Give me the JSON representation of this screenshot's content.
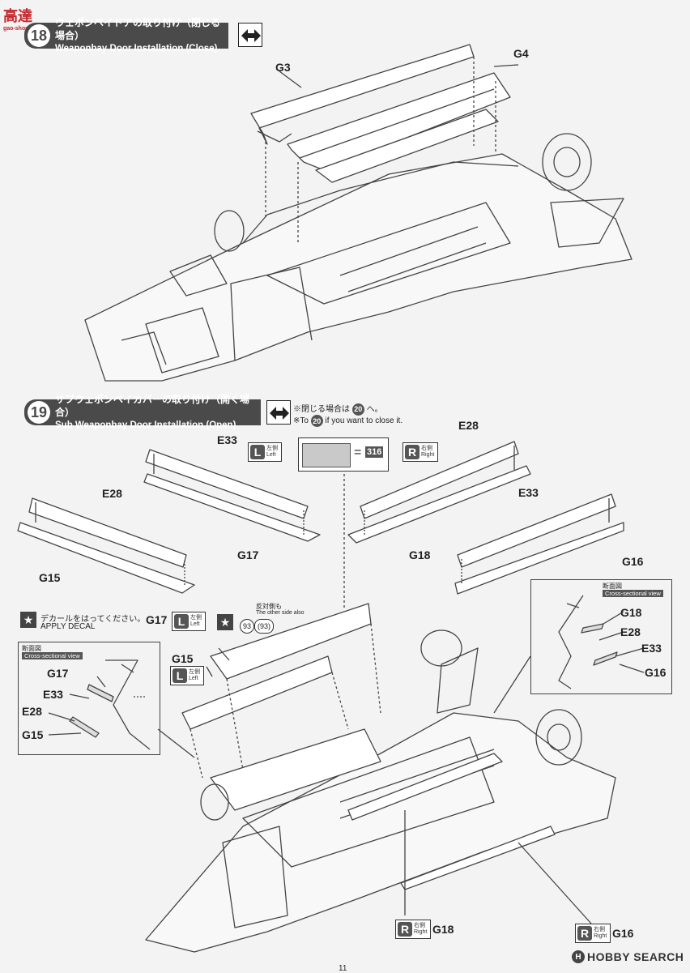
{
  "watermark": {
    "logo_text": "高達",
    "logo_sub": "gao-shou.com"
  },
  "step18": {
    "number": "18",
    "title_jp": "ウェポンベイドアの取り付け（閉じる場合）",
    "title_en": "Weaponbay Door Installation (Close)",
    "parts": {
      "g3": "G3",
      "g4": "G4"
    }
  },
  "step19": {
    "number": "19",
    "title_jp": "サブウェポンベイカバーの取り付け（開く場合）",
    "title_en": "Sub Weaponbay Door Installation (Open)",
    "note_jp_prefix": "※閉じる場合は",
    "note_jp_ref": "20",
    "note_jp_suffix": "へ。",
    "note_en_prefix": "※To",
    "note_en_ref": "20",
    "note_en_suffix": "if you want to close it.",
    "paint_equals": "=",
    "paint_code": "316",
    "left_badge": {
      "letter": "L",
      "jp": "左側",
      "en": "Left"
    },
    "right_badge": {
      "letter": "R",
      "jp": "右側",
      "en": "Right"
    },
    "parts": {
      "e33_left": "E33",
      "e28_left": "E28",
      "g17": "G17",
      "g15": "G15",
      "e28_right": "E28",
      "e33_right": "E33",
      "g18": "G18",
      "g16": "G16",
      "g17_main": "G17",
      "g15_main": "G15",
      "g18_main": "G18",
      "g16_main": "G16"
    },
    "decal_jp": "デカールをはってください。",
    "decal_en": "APPLY DECAL",
    "decal_other_jp": "反対側も",
    "decal_other_en": "The other side also",
    "decal_num_a": "93",
    "decal_num_b": "(93)",
    "inset_left": {
      "title_jp": "断面図",
      "title_en": "Cross-sectional view",
      "labels": [
        "G17",
        "E33",
        "E28",
        "G15"
      ]
    },
    "inset_right": {
      "title_jp": "断面図",
      "title_en": "Cross-sectional view",
      "labels": [
        "G18",
        "E28",
        "E33",
        "G16"
      ]
    }
  },
  "footer": {
    "page_number": "11",
    "brand": "HOBBY SEARCH",
    "brand_mark": "H"
  }
}
